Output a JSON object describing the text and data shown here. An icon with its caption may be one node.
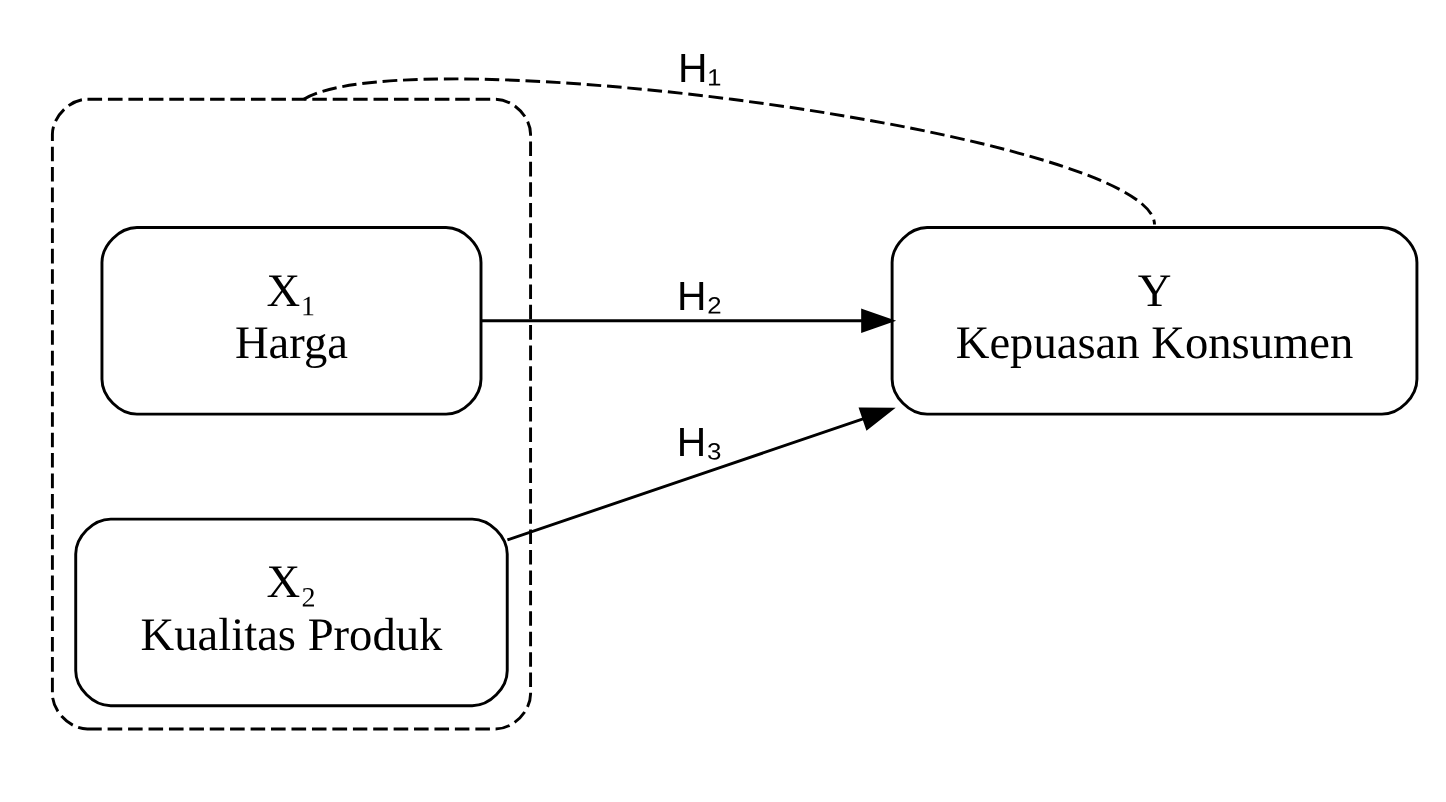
{
  "diagram": {
    "nodes": [
      {
        "text": [],
        "shape": "box"
      },
      {
        "text": [
          "X₁",
          "Harga"
        ],
        "in": 0
      },
      {
        "text": [
          "X₂",
          "Kualitas Produk"
        ],
        "in": 0
      },
      {
        "text": [
          "Y",
          "Kepuasan Konsumen"
        ]
      }
    ],
    "edges": [
      {
        "from": 0,
        "to": 3,
        "arrow": "none",
        "style": "dashed",
        "label": "H₁"
      },
      {
        "from": 1,
        "to": 3,
        "arrow": "to",
        "label": "H₂"
      },
      {
        "from": 2,
        "to": 3,
        "arrow": "to",
        "label": "H₃"
      }
    ]
  }
}
